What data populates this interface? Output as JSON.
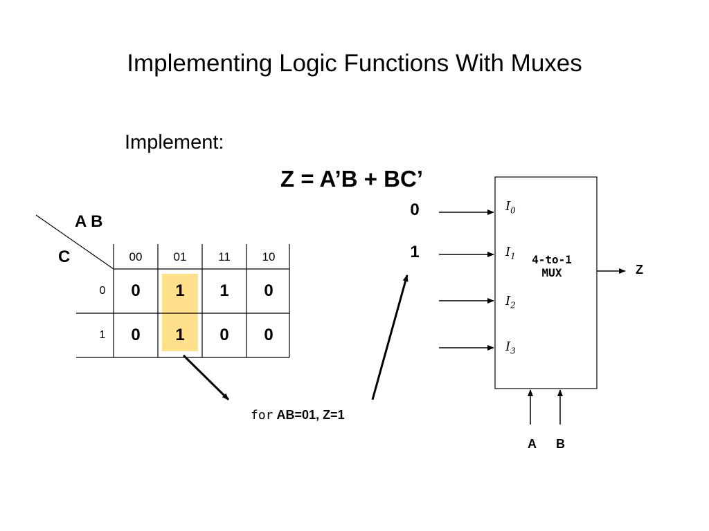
{
  "slide": {
    "title": "Implementing Logic Functions With Muxes",
    "implement_label": "Implement:",
    "equation": "Z = A’B + BC’"
  },
  "kmap": {
    "corner_top": "A B",
    "corner_left": "C",
    "col_headers": [
      "00",
      "01",
      "11",
      "10"
    ],
    "row_headers": [
      "0",
      "1"
    ],
    "rows": [
      [
        "0",
        "1",
        "1",
        "0"
      ],
      [
        "0",
        "1",
        "0",
        "0"
      ]
    ],
    "highlight_col": 1,
    "highlight_color": "#ffe08a"
  },
  "mux": {
    "const_inputs": [
      "0",
      "1"
    ],
    "input_labels": [
      {
        "name": "I",
        "sub": "0"
      },
      {
        "name": "I",
        "sub": "1"
      },
      {
        "name": "I",
        "sub": "2"
      },
      {
        "name": "I",
        "sub": "3"
      }
    ],
    "label_line1": "4-to-1",
    "label_line2": "MUX",
    "output": "Z",
    "selects": [
      "A",
      "B"
    ]
  },
  "note": {
    "for": "for",
    "condition": "AB=01, Z=1"
  }
}
